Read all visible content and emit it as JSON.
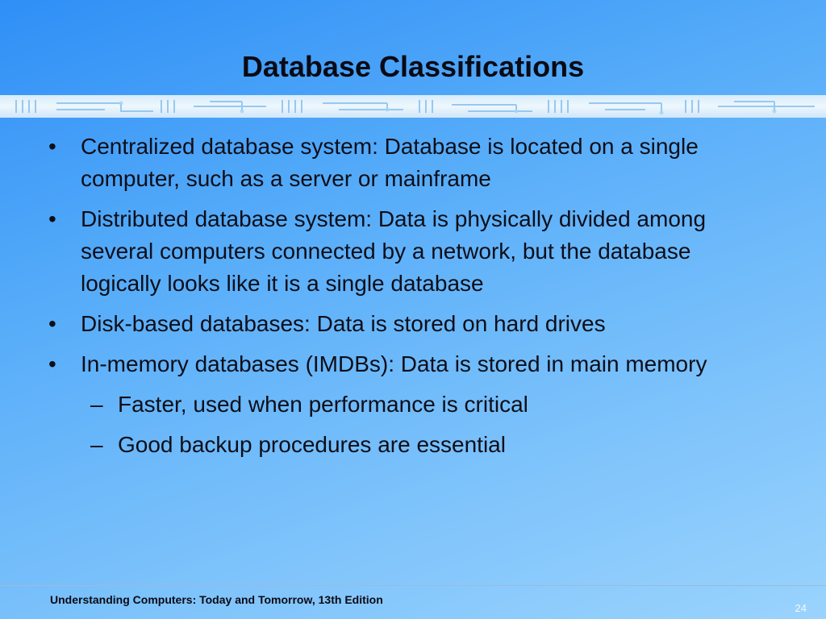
{
  "slide": {
    "title": "Database Classifications",
    "bullets": [
      {
        "text": "Centralized database system: Database is located on a single computer, such as a server or mainframe",
        "subitems": []
      },
      {
        "text": "Distributed database system: Data is physically divided among several computers connected by a network, but the database logically looks like it is a single database",
        "subitems": []
      },
      {
        "text": "Disk-based databases: Data is stored on hard drives",
        "subitems": []
      },
      {
        "text": "In-memory databases (IMDBs): Data is stored in main memory",
        "subitems": [
          "Faster, used when performance is critical",
          "Good backup procedures are essential"
        ]
      }
    ],
    "bullet_glyph": "•",
    "dash_glyph": "–"
  },
  "footer": {
    "text": "Understanding Computers: Today and Tomorrow, 13th Edition",
    "page_number": "24"
  },
  "colors": {
    "background_top": "#2f8ff6",
    "background_bottom": "#9ad3fd",
    "text": "#0e0e18",
    "band": "#eef7fd"
  }
}
